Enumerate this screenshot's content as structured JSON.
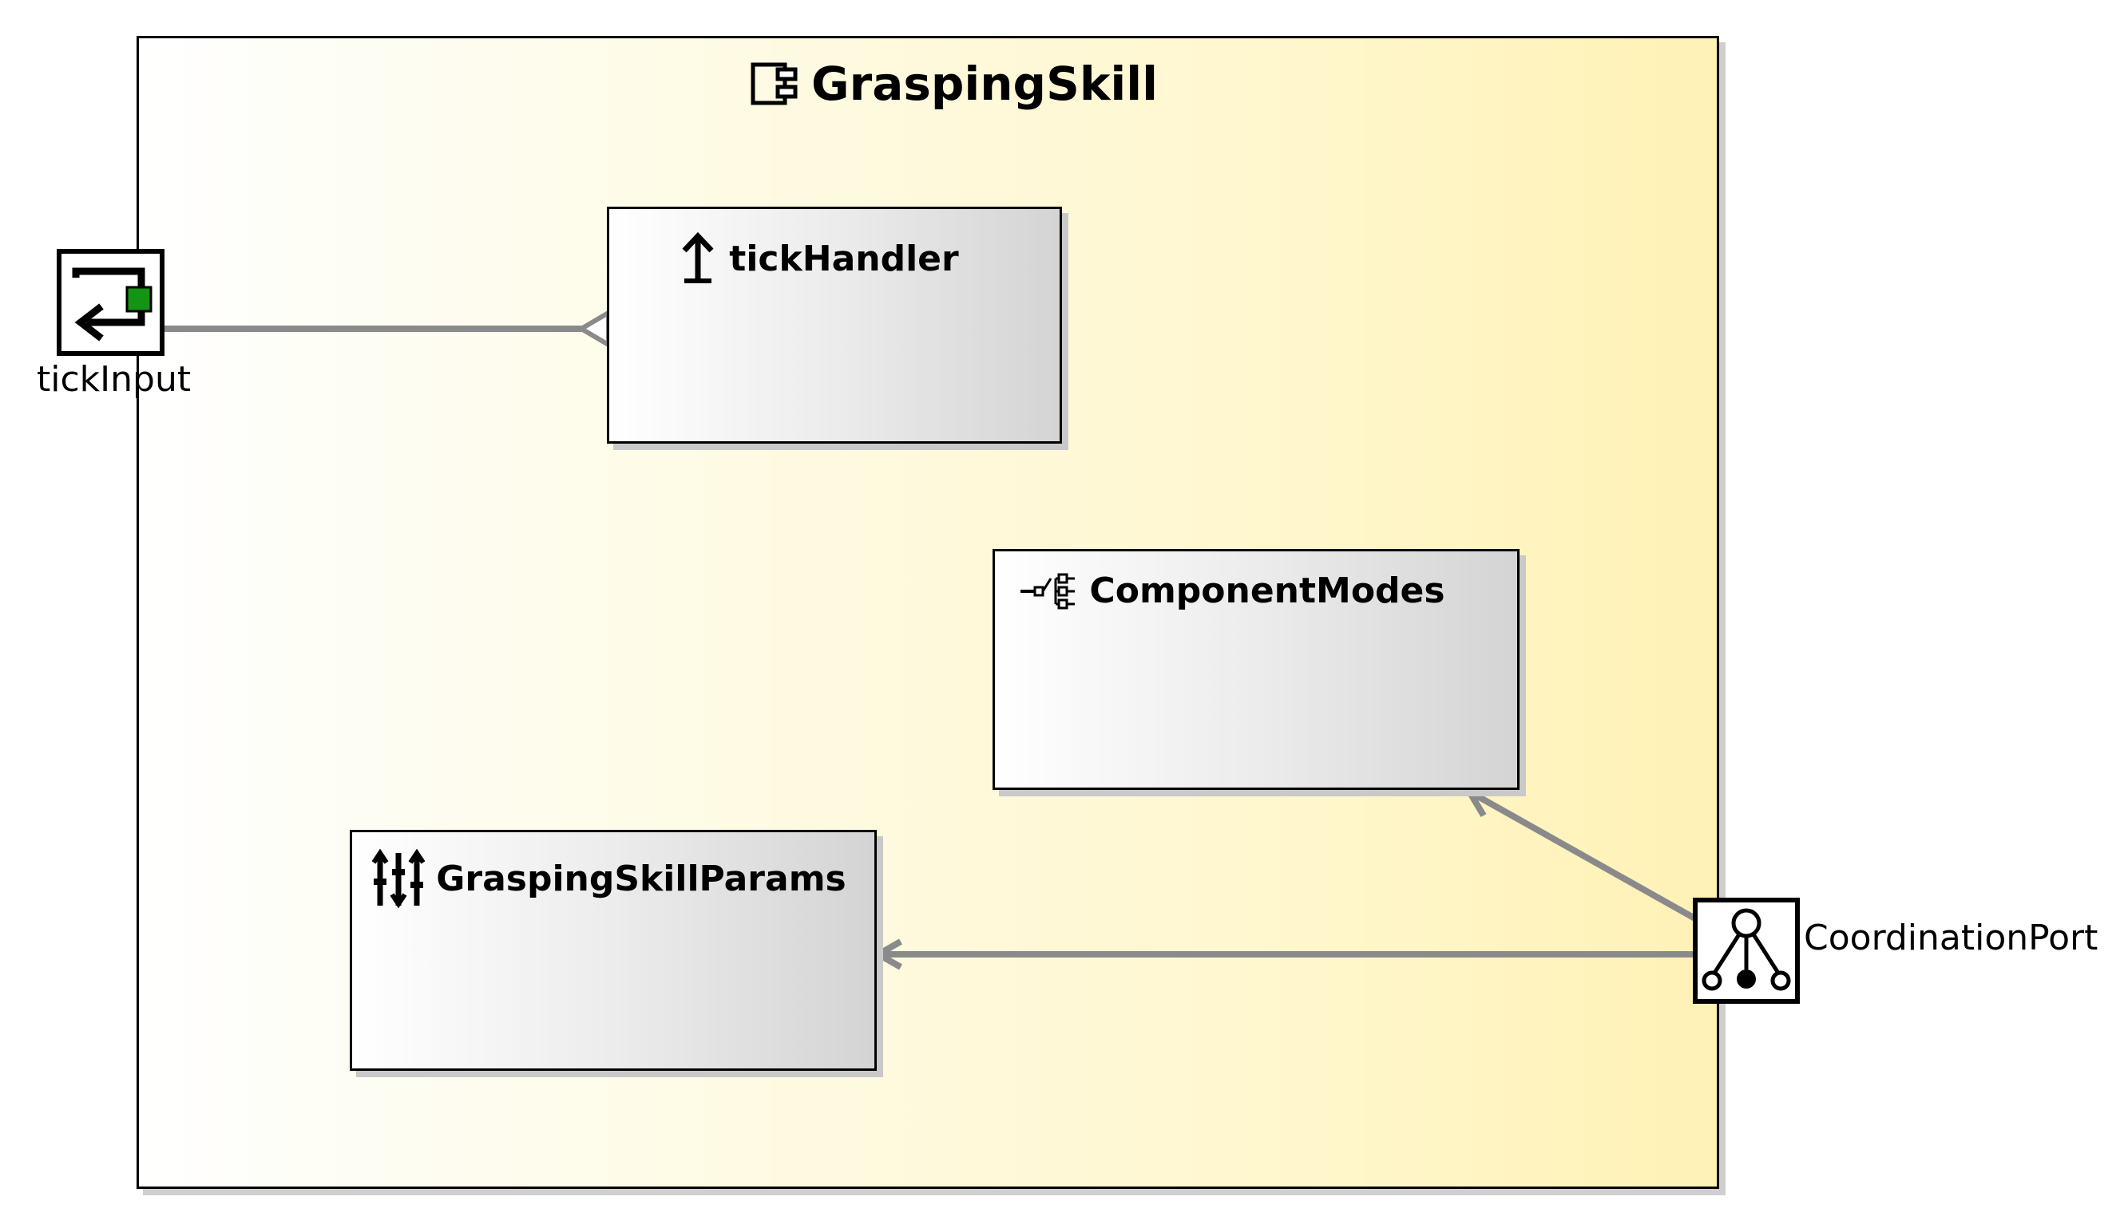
{
  "component": {
    "name": "GraspingSkill",
    "icon": "component-icon"
  },
  "elements": {
    "tick_handler": {
      "name": "tickHandler",
      "icon": "arrow-up-icon"
    },
    "component_modes": {
      "name": "ComponentModes",
      "icon": "tree-structure-icon"
    },
    "params": {
      "name": "GraspingSkillParams",
      "icon": "sliders-icon"
    }
  },
  "ports": {
    "tick_input": {
      "label": "tickInput",
      "icon": "loop-arrow-icon"
    },
    "coordination_port": {
      "label": "CoordinationPort",
      "icon": "coordination-hierarchy-icon"
    }
  },
  "colors": {
    "port_dot": "#149414",
    "connector": "#8a8a8a"
  }
}
